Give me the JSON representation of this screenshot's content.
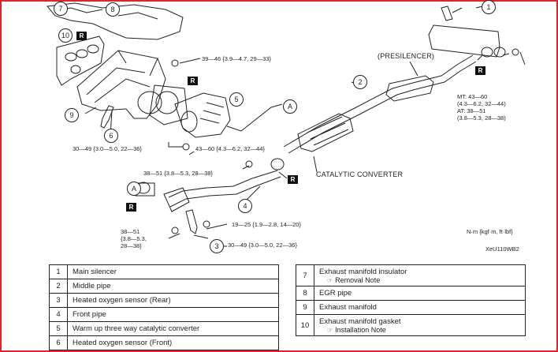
{
  "callouts": {
    "c1": "1",
    "c2": "2",
    "c3": "3",
    "c4": "4",
    "c5": "5",
    "c6": "6",
    "c7": "7",
    "c8": "8",
    "c9": "9",
    "c10": "10",
    "a_top": "A",
    "a_left": "A"
  },
  "r_mark": "R",
  "labels": {
    "presilencer": "(PRESILENCER)",
    "catalytic_converter": "CATALYTIC CONVERTER",
    "torque_mt_at": "MT: 43—60\n(4.3—6.2, 32—44)\nAT: 38—51\n(3.8—5.3, 28—38)",
    "torque_39_46": "39—46 {3.9—4.7, 29—33}",
    "torque_43_60": "43—60 {4.3—6.2, 32—44}",
    "torque_30_49_upper": "30—49 {3.0—5.0, 22—36}",
    "torque_38_51_mid": "38—51 {3.8—5.3, 28—38}",
    "torque_19_25": "19—25 {1.9—2.8, 14—20}",
    "torque_38_51_left": "38—51\n{3.8—5.3,\n28—38}",
    "torque_30_49_lower": "30—49 {3.0—5.0, 22—36}",
    "units": "N·m {kgf·m, ft·lbf}",
    "figure_code": "XeU110WB2"
  },
  "left_table": [
    {
      "num": "1",
      "name": "Main silencer"
    },
    {
      "num": "2",
      "name": "Middle pipe"
    },
    {
      "num": "3",
      "name": "Heated oxygen sensor (Rear)"
    },
    {
      "num": "4",
      "name": "Front pipe"
    },
    {
      "num": "5",
      "name": "Warm up three way catalytic converter"
    },
    {
      "num": "6",
      "name": "Heated oxygen sensor (Front)"
    }
  ],
  "right_table": [
    {
      "num": "7",
      "name": "Exhaust manifold insulator",
      "note": "Removal Note"
    },
    {
      "num": "8",
      "name": "EGR pipe"
    },
    {
      "num": "9",
      "name": "Exhaust manifold"
    },
    {
      "num": "10",
      "name": "Exhaust manifold gasket",
      "note": "Installation Note"
    }
  ],
  "colors": {
    "frame": "#d8282c",
    "ink": "#222222",
    "r_box": "#111111"
  }
}
